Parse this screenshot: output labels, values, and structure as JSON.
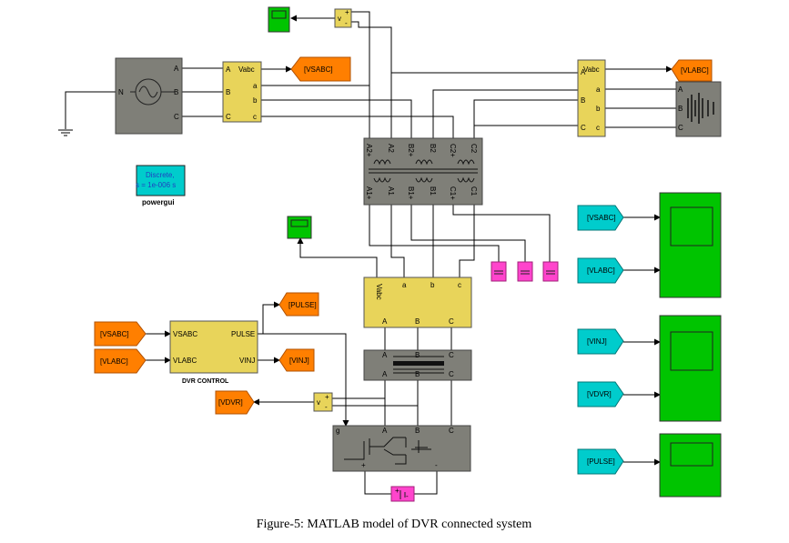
{
  "caption": "Figure-5: MATLAB model of DVR connected system",
  "colors": {
    "measurement_block": "#e8d45a",
    "goto_tag": "#ff7f00",
    "from_tag": "#00cccc",
    "scope": "#00c400",
    "powerblock": "#7f7f78",
    "capacitor": "#ff44cc"
  },
  "source": {
    "n": "N",
    "a": "A",
    "b": "B",
    "c": "C"
  },
  "meas_source": {
    "in_a": "A",
    "in_b": "B",
    "in_c": "C",
    "vabc": "Vabc",
    "a": "a",
    "b": "b",
    "c": "c"
  },
  "meas_load": {
    "in_a": "A",
    "in_b": "B",
    "in_c": "C",
    "vabc": "Vabc",
    "a": "a",
    "b": "b",
    "c": "c"
  },
  "load": {
    "a": "A",
    "b": "B",
    "c": "C"
  },
  "voltmeter_top": {
    "label": "v",
    "plus": "+",
    "minus": "-"
  },
  "voltmeter_bottom": {
    "label": "v",
    "plus": "+",
    "minus": "-"
  },
  "transformer": {
    "top": [
      "A2+",
      "A2",
      "B2+",
      "B2",
      "C2+",
      "C2"
    ],
    "bottom": [
      "A1+",
      "A1",
      "B1+",
      "B1",
      "C1+",
      "C1"
    ]
  },
  "powergui": {
    "line1": "Discrete,",
    "line2": "s = 1e-006 s",
    "label": "powergui"
  },
  "meas_mid": {
    "vabc": "Vabc",
    "a": "a",
    "b": "b",
    "c": "c",
    "out_a": "A",
    "out_b": "B",
    "out_c": "C"
  },
  "filter": {
    "top": [
      "A",
      "B",
      "C"
    ],
    "bottom": [
      "A",
      "B",
      "C"
    ]
  },
  "inverter": {
    "g": "g",
    "a": "A",
    "b": "B",
    "c": "C",
    "plus": "+",
    "minus": "-"
  },
  "dc_source": {
    "plus": "+",
    "minus": "-"
  },
  "dvr_control": {
    "in1": "VSABC",
    "in2": "VLABC",
    "out1": "PULSE",
    "out2": "VINJ",
    "label": "DVR CONTROL"
  },
  "goto_tags": {
    "vsabc": "[VSABC]",
    "vlabc": "[VLABC]",
    "pulse": "[PULSE]",
    "vinj": "[VINJ]",
    "vdvr": "[VDVR]"
  },
  "from_tags_left": [
    "[VSABC]",
    "[VLABC]"
  ],
  "from_tags_right": [
    "[VSABC]",
    "[VLABC]",
    "[VINJ]",
    "[VDVR]",
    "[PULSE]"
  ]
}
